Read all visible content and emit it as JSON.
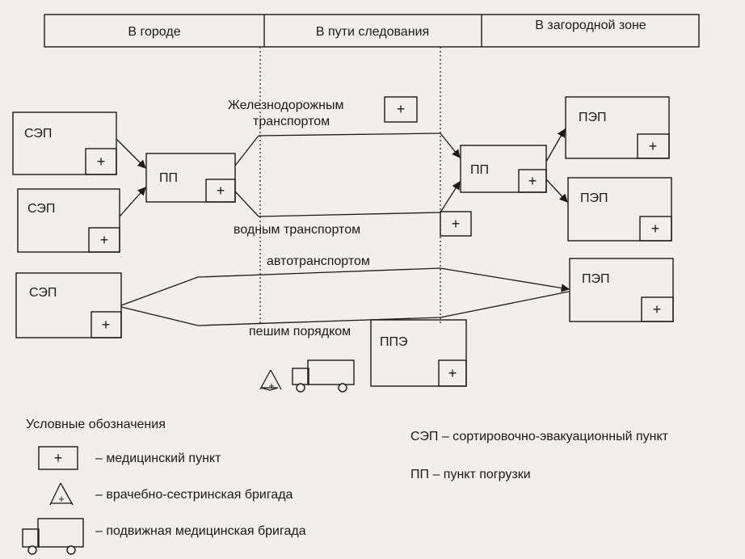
{
  "zones": {
    "city": "В городе",
    "route": "В пути следования",
    "suburban": "В загородной зоне"
  },
  "nodes": {
    "sep1": "СЭП",
    "sep2": "СЭП",
    "sep3": "СЭП",
    "pp_city": "ПП",
    "pp_suburban": "ПП",
    "pep1": "ПЭП",
    "pep2": "ПЭП",
    "pep3": "ПЭП",
    "ppe": "ППЭ"
  },
  "routes": {
    "rail_line1": "Железнодорожным",
    "rail_line2": "транспортом",
    "water": "водным транспортом",
    "auto": "автотранспортом",
    "foot": "пешим порядком"
  },
  "medical_point_symbol": "+",
  "team_symbol": "+",
  "legend": {
    "title": "Условные обозначения",
    "medical_point": "– медицинский пункт",
    "doctor_nurse_team": "– врачебно-сестринская бригада",
    "mobile_team": "– подвижная медицинская бригада",
    "sep_def": "СЭП – сортировочно-эвакуационный пункт",
    "pp_def": "ПП – пункт погрузки"
  },
  "colors": {
    "ink": "#1a1a1a",
    "paper": "#f1efe9"
  }
}
